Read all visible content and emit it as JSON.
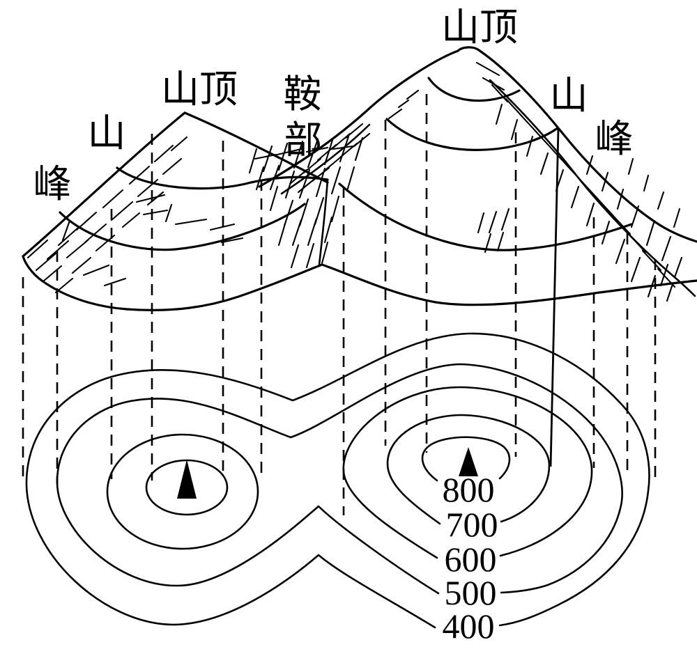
{
  "diagram": {
    "description": "Mountain landform perspective view with corresponding contour map",
    "left_mountain": {
      "summit_label": "山顶",
      "peak_label_top": "山",
      "peak_label_bottom": "峰"
    },
    "saddle": {
      "label_top": "鞍",
      "label_bottom": "部"
    },
    "right_mountain": {
      "summit_label": "山顶",
      "peak_label_top": "山",
      "peak_label_bottom": "峰"
    },
    "contour_map": {
      "elevation_labels": [
        "800",
        "700",
        "600",
        "500",
        "400"
      ],
      "peak_marker_count": 2
    },
    "colors": {
      "ink": "#000000",
      "background": "#ffffff"
    }
  }
}
